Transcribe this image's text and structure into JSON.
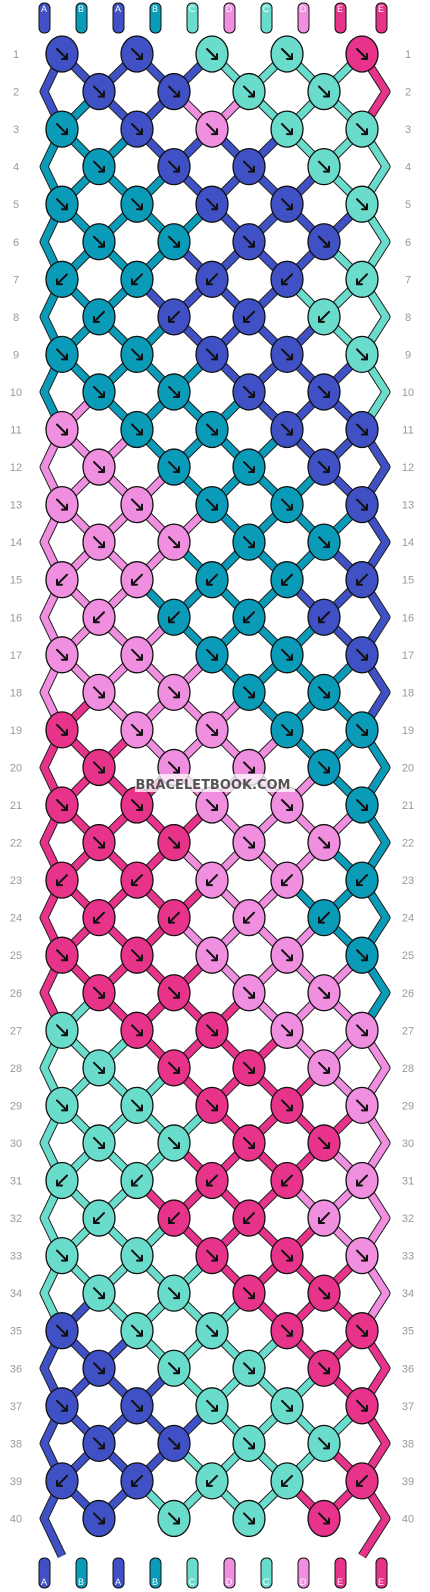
{
  "colors": {
    "A": "#3f51c4",
    "B": "#0a9bb8",
    "C": "#69dccb",
    "D": "#f08ee0",
    "E": "#e8338b"
  },
  "watermark": "BRACELETBOOK.COM",
  "top_labels": [
    "A",
    "B",
    "A",
    "B",
    "C",
    "D",
    "C",
    "D",
    "E",
    "E"
  ],
  "bottom_labels": [
    "A",
    "B",
    "A",
    "B",
    "C",
    "D",
    "C",
    "D",
    "E",
    "E"
  ],
  "row_numbers": [
    "1",
    "2",
    "3",
    "4",
    "5",
    "6",
    "7",
    "8",
    "9",
    "10",
    "11",
    "12",
    "13",
    "14",
    "15",
    "16",
    "17",
    "18",
    "19",
    "20",
    "21",
    "22",
    "23",
    "24",
    "25",
    "26",
    "27",
    "28",
    "29",
    "30",
    "31",
    "32",
    "33",
    "34",
    "35",
    "36",
    "37",
    "38",
    "39",
    "40"
  ],
  "knots": [
    [
      "A",
      "A",
      "C",
      "C",
      "E"
    ],
    [
      "A",
      "A",
      "C",
      "C"
    ],
    [
      "B",
      "A",
      "D",
      "C",
      "C"
    ],
    [
      "B",
      "A",
      "A",
      "C"
    ],
    [
      "B",
      "B",
      "A",
      "A",
      "C"
    ],
    [
      "B",
      "B",
      "A",
      "A"
    ],
    [
      "B",
      "B",
      "A",
      "A",
      "C"
    ],
    [
      "B",
      "A",
      "A",
      "C"
    ],
    [
      "B",
      "B",
      "A",
      "A",
      "C"
    ],
    [
      "B",
      "B",
      "A",
      "A"
    ],
    [
      "D",
      "B",
      "B",
      "A",
      "A"
    ],
    [
      "D",
      "B",
      "B",
      "A"
    ],
    [
      "D",
      "D",
      "B",
      "B",
      "A"
    ],
    [
      "D",
      "D",
      "B",
      "B"
    ],
    [
      "D",
      "D",
      "B",
      "B",
      "A"
    ],
    [
      "D",
      "B",
      "B",
      "A"
    ],
    [
      "D",
      "D",
      "B",
      "B",
      "A"
    ],
    [
      "D",
      "D",
      "B",
      "B"
    ],
    [
      "E",
      "D",
      "D",
      "B",
      "B"
    ],
    [
      "E",
      "D",
      "D",
      "B"
    ],
    [
      "E",
      "E",
      "D",
      "D",
      "B"
    ],
    [
      "E",
      "E",
      "D",
      "D"
    ],
    [
      "E",
      "E",
      "D",
      "D",
      "B"
    ],
    [
      "E",
      "E",
      "D",
      "B"
    ],
    [
      "E",
      "E",
      "D",
      "D",
      "B"
    ],
    [
      "E",
      "E",
      "D",
      "D"
    ],
    [
      "C",
      "E",
      "E",
      "D",
      "D"
    ],
    [
      "C",
      "E",
      "E",
      "D"
    ],
    [
      "C",
      "C",
      "E",
      "E",
      "D"
    ],
    [
      "C",
      "C",
      "E",
      "E"
    ],
    [
      "C",
      "C",
      "E",
      "E",
      "D"
    ],
    [
      "C",
      "E",
      "E",
      "D"
    ],
    [
      "C",
      "C",
      "E",
      "E",
      "D"
    ],
    [
      "C",
      "C",
      "E",
      "E"
    ],
    [
      "A",
      "C",
      "C",
      "E",
      "E"
    ],
    [
      "A",
      "C",
      "C",
      "E"
    ],
    [
      "A",
      "A",
      "C",
      "C",
      "E"
    ],
    [
      "A",
      "A",
      "C",
      "C"
    ],
    [
      "A",
      "A",
      "C",
      "C",
      "E"
    ],
    [
      "A",
      "C",
      "C",
      "E"
    ]
  ],
  "arrows": [
    [
      "se",
      "se",
      "se",
      "se",
      "se"
    ],
    [
      "se",
      "se",
      "se",
      "se"
    ],
    [
      "se-bend",
      "se",
      "se",
      "se",
      "se"
    ],
    [
      "se",
      "se",
      "se",
      "se"
    ],
    [
      "se",
      "se",
      "se",
      "se",
      "se"
    ],
    [
      "se",
      "se",
      "se",
      "se"
    ],
    [
      "sw",
      "sw",
      "sw",
      "sw",
      "sw"
    ],
    [
      "sw-bend",
      "sw-bend",
      "sw-bend",
      "sw-bend"
    ],
    [
      "se",
      "se",
      "se",
      "se",
      "se"
    ],
    [
      "se",
      "se",
      "se",
      "se"
    ],
    [
      "se",
      "se",
      "se",
      "se",
      "se"
    ],
    [
      "se",
      "se",
      "se",
      "se"
    ],
    [
      "se",
      "se",
      "se",
      "se",
      "se"
    ],
    [
      "se-bend",
      "se-bend",
      "se",
      "se-bend"
    ],
    [
      "sw",
      "sw",
      "sw",
      "sw",
      "sw"
    ],
    [
      "sw",
      "sw",
      "sw",
      "sw"
    ],
    [
      "se",
      "se",
      "se",
      "se",
      "se"
    ],
    [
      "se",
      "se",
      "se",
      "se"
    ],
    [
      "se",
      "se",
      "se",
      "se",
      "se"
    ],
    [
      "se",
      "se",
      "se",
      "se"
    ],
    [
      "se",
      "se",
      "se",
      "se",
      "se"
    ],
    [
      "se",
      "se",
      "se",
      "se"
    ],
    [
      "sw",
      "sw",
      "sw",
      "sw",
      "sw"
    ],
    [
      "sw-bend",
      "sw-bend",
      "sw-bend",
      "sw-bend"
    ],
    [
      "se",
      "se",
      "se",
      "se",
      "se"
    ],
    [
      "se",
      "se",
      "se",
      "se"
    ],
    [
      "se",
      "se",
      "se",
      "se",
      "se"
    ],
    [
      "se",
      "se",
      "se",
      "se"
    ],
    [
      "se",
      "se",
      "se",
      "se",
      "se"
    ],
    [
      "se-bend",
      "se-bend",
      "se-bend",
      "se-bend"
    ],
    [
      "sw",
      "sw",
      "sw",
      "sw",
      "sw"
    ],
    [
      "sw-bend",
      "sw-bend",
      "sw-bend",
      "sw-bend"
    ],
    [
      "se",
      "se",
      "se",
      "se",
      "se"
    ],
    [
      "se",
      "se",
      "se",
      "se"
    ],
    [
      "se",
      "se",
      "se",
      "se",
      "se"
    ],
    [
      "se",
      "se",
      "se",
      "se"
    ],
    [
      "se",
      "se",
      "se",
      "se",
      "se"
    ],
    [
      "se",
      "se",
      "se",
      "se"
    ],
    [
      "sw",
      "sw",
      "sw",
      "sw",
      "sw"
    ],
    [
      "se",
      "se",
      "se",
      "se"
    ]
  ]
}
